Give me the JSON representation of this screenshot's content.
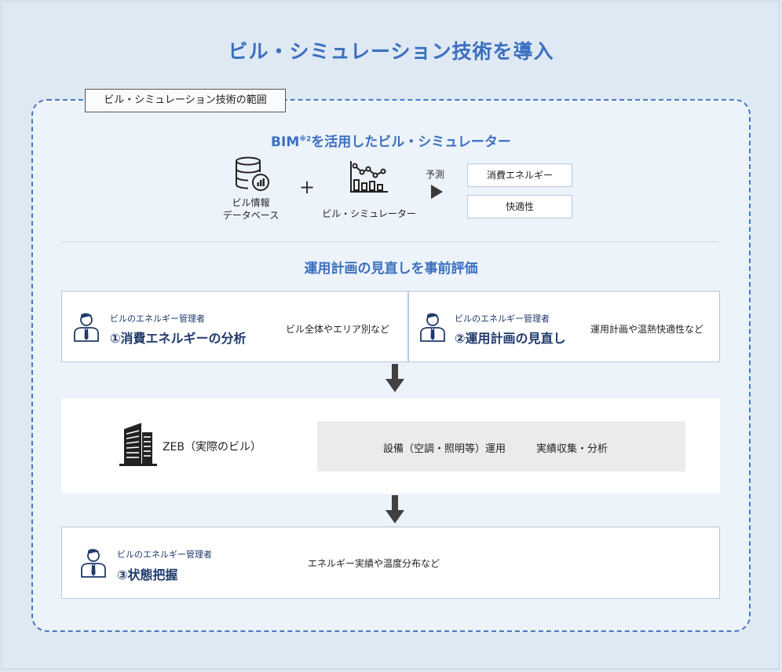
{
  "title": "ビル・シミュレーション技術を導入",
  "scope_label": "ビル・シミュレーション技術の範囲",
  "simulator": {
    "title_main": "BIM",
    "title_sup": "※2",
    "title_rest": "を活用したビル・シミュレーター",
    "database_line1": "ビル情報",
    "database_line2": "データベース",
    "plus": "+",
    "simulator_label": "ビル・シミュレーター",
    "predict": "予測",
    "outputs": [
      "消費エネルギー",
      "快適性"
    ]
  },
  "evaluation_title": "運用計画の見直しを事前評価",
  "cards": [
    {
      "role": "ビルのエネルギー管理者",
      "heading": "①消費エネルギーの分析",
      "note": "ビル全体やエリア別など"
    },
    {
      "role": "ビルのエネルギー管理者",
      "heading": "②運用計画の見直し",
      "note": "運用計画や温熱快適性など"
    },
    {
      "role": "ビルのエネルギー管理者",
      "heading": "③状態把握",
      "note": "エネルギー実績や温度分布など"
    }
  ],
  "zeb": {
    "label": "ZEB（実際のビル）",
    "operation": "設備（空調・照明等）運用",
    "collection": "実績収集・分析"
  },
  "colors": {
    "accent": "#3b6fc0",
    "navy": "#1f3a6b",
    "background": "#dfe9f4"
  }
}
